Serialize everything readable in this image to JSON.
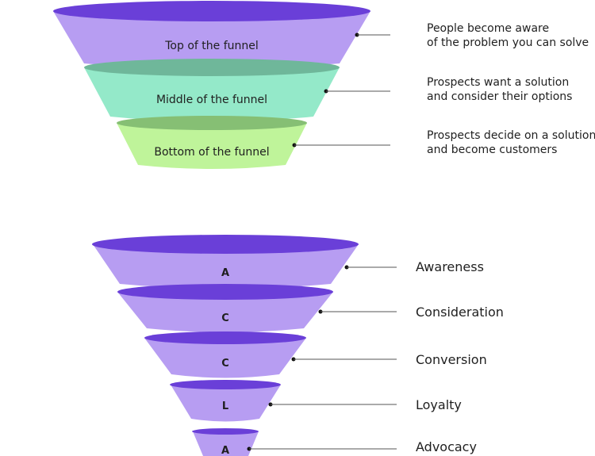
{
  "funnel_top": {
    "stages": [
      {
        "label": "Top of the funnel",
        "description": [
          "People become aware",
          "of the problem you can solve"
        ],
        "color": "#b79df2",
        "rim_color": "#6a3fd8"
      },
      {
        "label": "Middle of the funnel",
        "description": [
          "Prospects want a solution",
          "and consider their options"
        ],
        "color": "#94e9c9",
        "rim_color": "#6fb79a"
      },
      {
        "label": "Bottom of the funnel",
        "description": [
          "Prospects decide on a solution",
          "and become customers"
        ],
        "color": "#bff49a",
        "rim_color": "#86bf74"
      }
    ]
  },
  "funnel_accla": {
    "stages": [
      {
        "letter": "A",
        "name": "Awareness"
      },
      {
        "letter": "C",
        "name": "Consideration"
      },
      {
        "letter": "C",
        "name": "Conversion"
      },
      {
        "letter": "L",
        "name": "Loyalty"
      },
      {
        "letter": "A",
        "name": "Advocacy"
      }
    ],
    "color": "#b79df2",
    "rim_color": "#6a3fd8"
  }
}
